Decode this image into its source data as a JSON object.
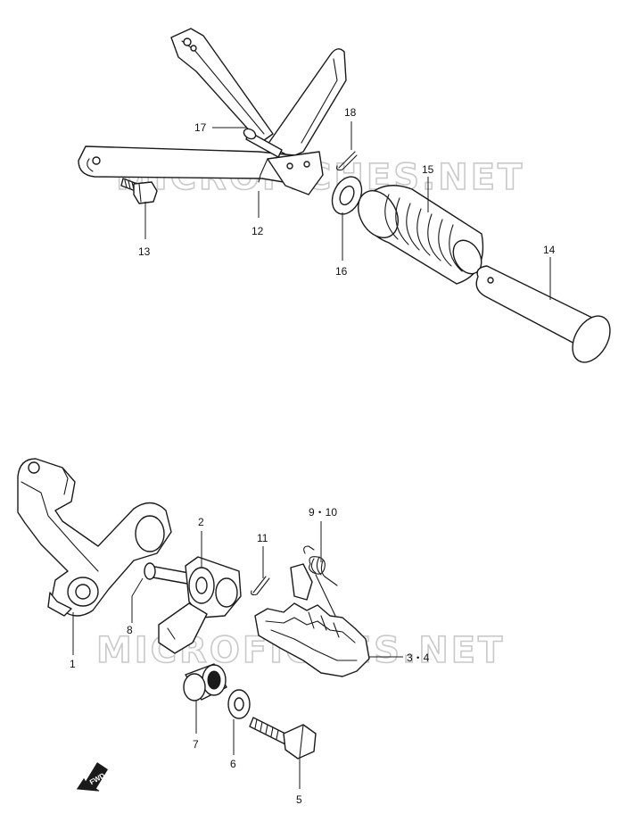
{
  "watermark": "MICROFICHES.NET",
  "fwd_label": "FWD",
  "callouts": {
    "c1": "1",
    "c2": "2",
    "c3_4": "3・4",
    "c5": "5",
    "c6": "6",
    "c7": "7",
    "c8": "8",
    "c9_10": "9・10",
    "c11": "11",
    "c12": "12",
    "c13": "13",
    "c14": "14",
    "c15": "15",
    "c16": "16",
    "c17": "17",
    "c18": "18"
  }
}
